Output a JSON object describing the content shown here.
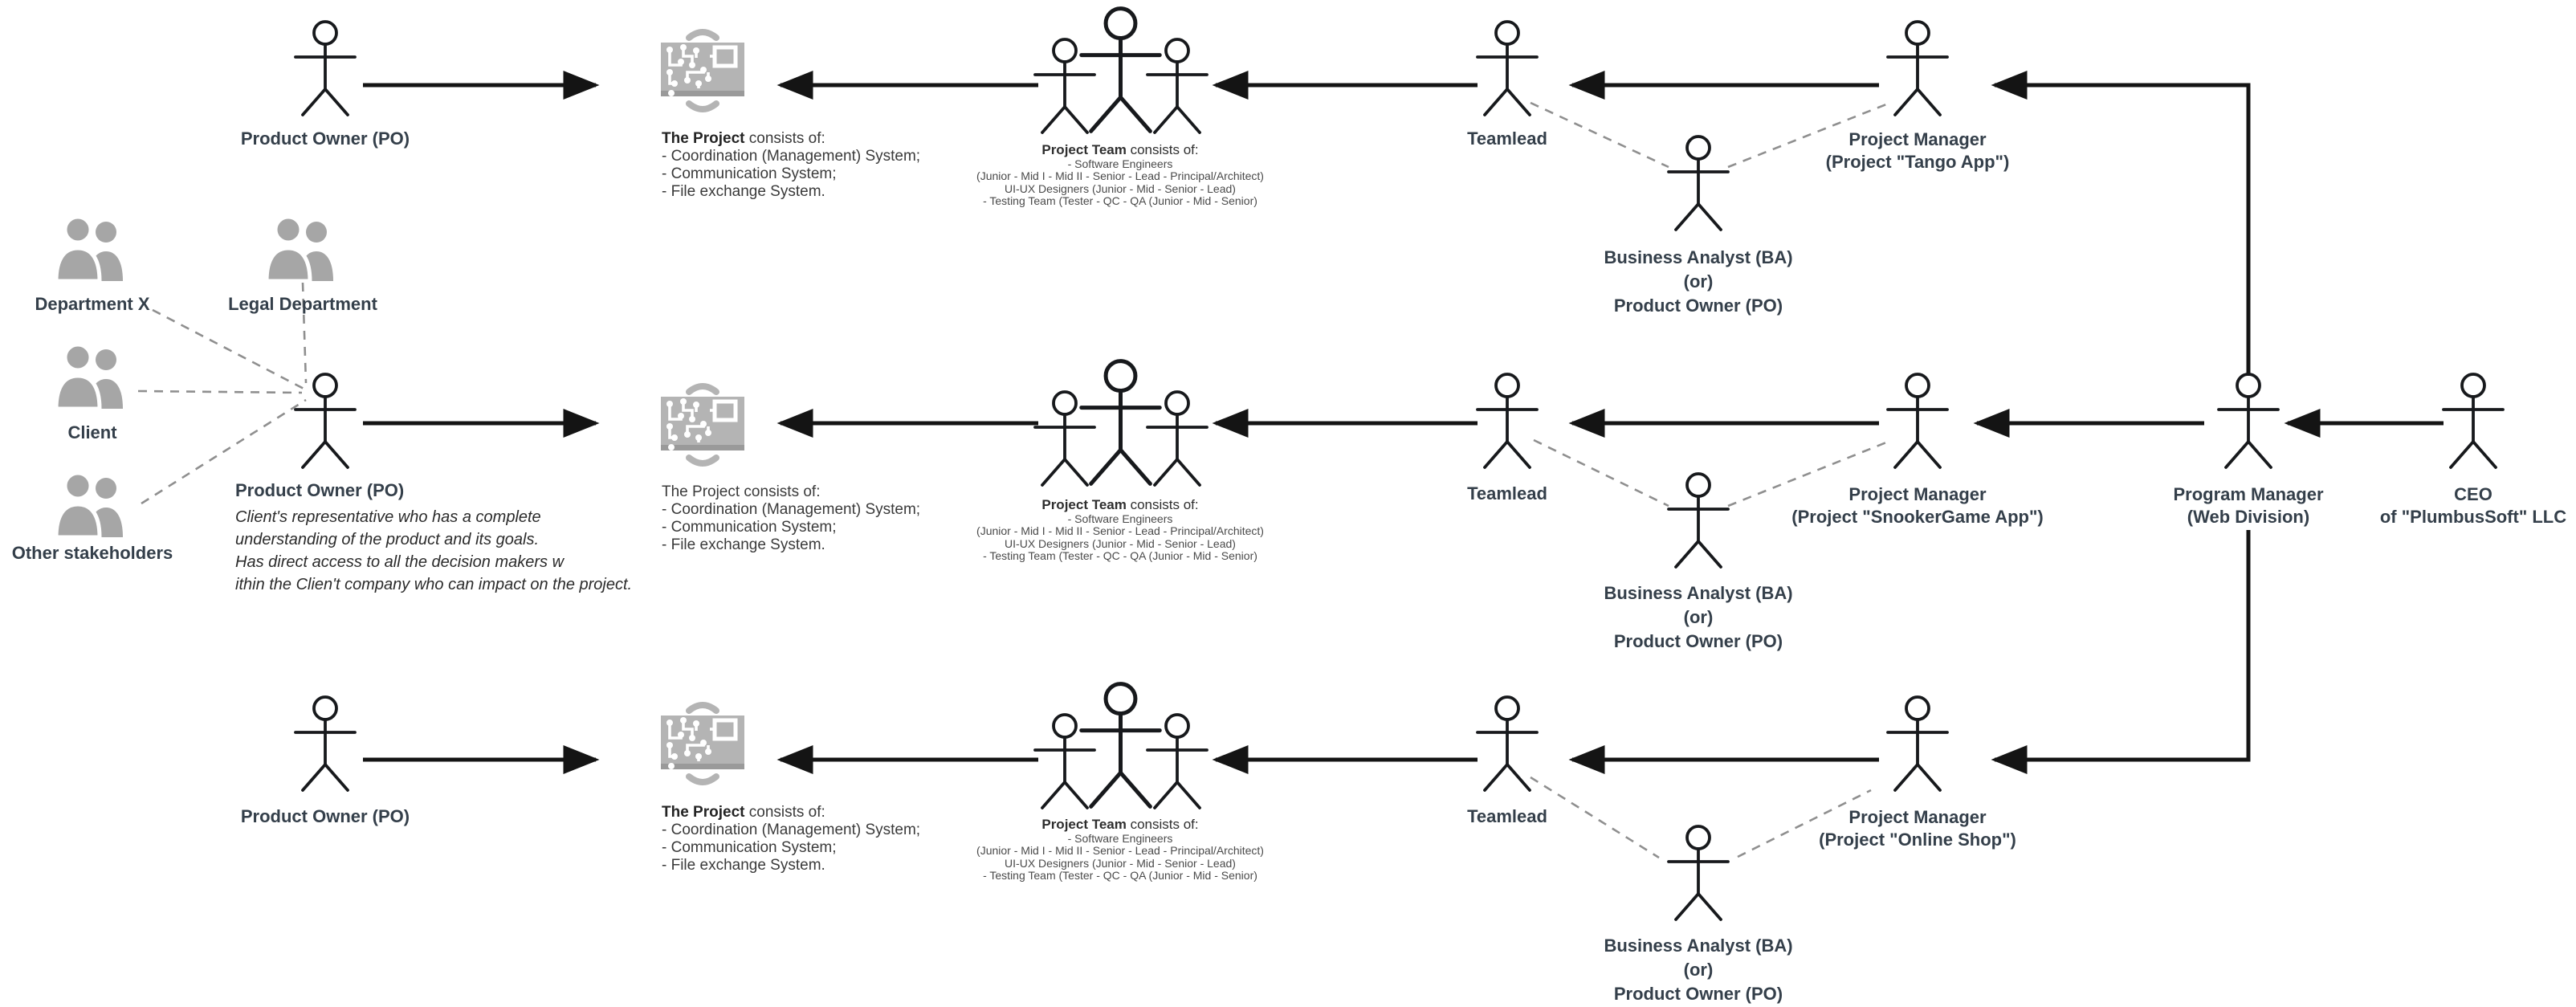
{
  "colors": {
    "label": "#343f4a",
    "body_text": "#3a3a3a",
    "team_text": "#4a4a4a",
    "people_icon_gray": "#a6a6a6",
    "chip_icon_gray": "#b4b4b4",
    "arrow": "#141414",
    "dashed": "#8f8f8f"
  },
  "stakeholders": {
    "department_x": {
      "label": "Department X",
      "icon": "people-group-icon"
    },
    "legal_department": {
      "label": "Legal Department",
      "icon": "people-group-icon"
    },
    "client": {
      "label": "Client",
      "icon": "people-group-icon"
    },
    "other_stakeholders": {
      "label": "Other stakeholders",
      "icon": "people-group-icon"
    }
  },
  "po": {
    "label": "Product Owner (PO)",
    "description": [
      "Client's representative who has a complete",
      "understanding of the product and its goals.",
      "Has direct access to all the decision makers w",
      "ithin the Clien't company who can impact on the project."
    ]
  },
  "project": {
    "icon": "system-circuit-icon",
    "title": "The Project",
    "title_suffix": " consists of:",
    "items": [
      "- Coordination (Management) System;",
      "- Communication System;",
      "- File exchange System."
    ]
  },
  "team": {
    "title": "Project Team",
    "title_suffix": " consists of:",
    "lines": [
      "- Software Engineers",
      "(Junior - Mid I - Mid II - Senior - Lead - Principal/Architect)",
      "UI-UX Designers (Junior - Mid - Senior - Lead)",
      "- Testing Team (Tester - QC - QA (Junior - Mid - Senior)"
    ]
  },
  "teamlead": {
    "label": "Teamlead"
  },
  "ba": {
    "lines": [
      "Business Analyst (BA)",
      "(or)",
      "Product Owner (PO)"
    ]
  },
  "managers": {
    "pm_title": "Project Manager",
    "projects": {
      "tango": "(Project \"Tango App\")",
      "snooker": "(Project \"SnookerGame App\")",
      "online": "(Project \"Online Shop\")"
    },
    "program_manager": {
      "line1": "Program Manager",
      "line2": "(Web Division)"
    },
    "ceo": {
      "line1": "CEO",
      "line2": "of \"PlumbusSoft\" LLC"
    }
  }
}
